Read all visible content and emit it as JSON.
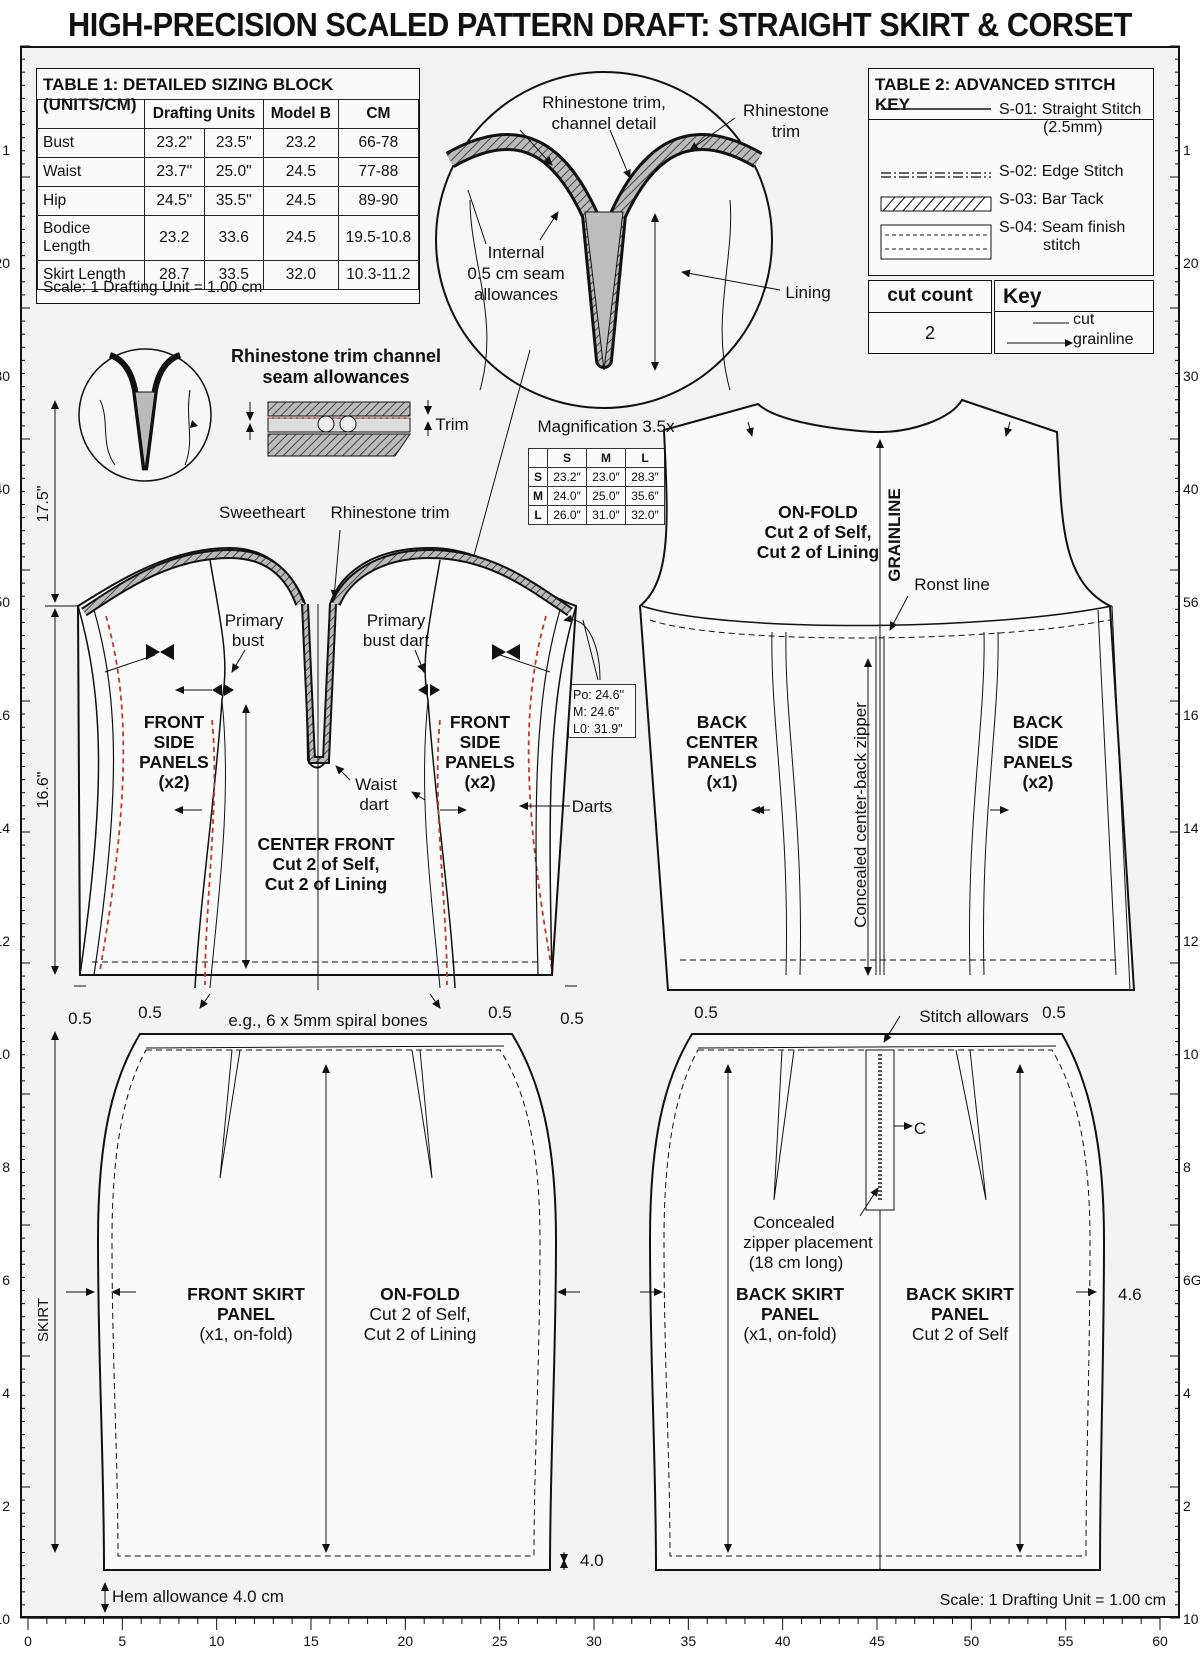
{
  "title": "HIGH-PRECISION SCALED PATTERN DRAFT: STRAIGHT SKIRT & CORSET BODICE",
  "table1": {
    "title": "TABLE 1: DETAILED SIZING BLOCK (UNITS/CM)",
    "headers": [
      "",
      "Drafting Units",
      "Model B",
      "CM"
    ],
    "rows": [
      [
        "Bust",
        "23.2\"",
        "23.5\"",
        "23.2",
        "66-78"
      ],
      [
        "Waist",
        "23.7\"",
        "25.0\"",
        "24.5",
        "77-88"
      ],
      [
        "Hip",
        "24.5\"",
        "35.5\"",
        "24.5",
        "89-90"
      ],
      [
        "Bodice Length",
        "23.2",
        "33.6",
        "24.5",
        "19.5-10.8"
      ],
      [
        "Skirt Length",
        "28.7",
        "33.5",
        "32.0",
        "10.3-11.2"
      ]
    ],
    "scale": "Scale: 1 Drafting Unit = 1.00 cm"
  },
  "table2": {
    "title": "TABLE 2: ADVANCED STITCH KEY",
    "items": [
      {
        "line1": "S-01: Straight Stitch",
        "line2": "(2.5mm)"
      },
      {
        "line1": "S-02: Edge Stitch",
        "line2": ""
      },
      {
        "line1": "S-03: Bar Tack",
        "line2": ""
      },
      {
        "line1": "S-04: Seam finish",
        "line2": "stitch"
      }
    ]
  },
  "cut_count": {
    "label": "cut count",
    "value": "2"
  },
  "key": {
    "title": "Key",
    "cut": "cut",
    "grainline": "grainline"
  },
  "size_table": {
    "headers": [
      "",
      "S",
      "M",
      "L"
    ],
    "rows": [
      [
        "S",
        "23.2″",
        "23.0″",
        "28.3″"
      ],
      [
        "M",
        "24.0″",
        "25.0″",
        "35.6″"
      ],
      [
        "L",
        "26.0″",
        "31.0″",
        "32.0″"
      ]
    ]
  },
  "magnification": "Magnification 3.5x",
  "measure_box": [
    "Po: 24.6\"",
    "M: 24.6\"",
    "L0: 31.9\""
  ],
  "callouts": {
    "rhinestone_channel_detail": [
      "Rhinestone trim,",
      "channel detail"
    ],
    "rhinestone_trim_circle": [
      "Rhinestone",
      "trim"
    ],
    "internal_allowance": [
      "Internal",
      "0.5 cm seam",
      "allowances"
    ],
    "lining": "Lining",
    "channel_title": [
      "Rhinestone trim channel",
      "seam allowances"
    ],
    "trim": "Trim",
    "sweetheart": "Sweetheart",
    "rhinestone_trim": "Rhinestone trim",
    "primary_bust_left": [
      "Primary",
      "bust"
    ],
    "primary_bust_right": [
      "Primary",
      "bust dart"
    ],
    "waist_dart": [
      "Waist",
      "dart"
    ],
    "darts": "Darts",
    "bones": "e.g., 6 x 5mm spiral bones",
    "ronst_line": "Ronst line",
    "grainline": "GRAINLINE",
    "zipper_vertical": "Concealed center-back zipper",
    "stitch_allowars": "Stitch allowars",
    "c_label": "C",
    "zipper_placement": [
      "Concealed",
      "zipper placement",
      "(18 cm long)"
    ],
    "hem_allowance": "Hem allowance 4.0 cm",
    "hem_value": "4.0",
    "side_value": "4.6",
    "scale_bottom": "Scale: 1 Drafting Unit = 1.00 cm",
    "allow_05": "0.5",
    "skirt_side": "SKIRT",
    "len_175": "17.5\"",
    "len_166": "16.6\""
  },
  "panels": {
    "front_side_left": [
      "FRONT",
      "SIDE",
      "PANELS",
      "(x2)"
    ],
    "front_side_right": [
      "FRONT",
      "SIDE",
      "PANELS",
      "(x2)"
    ],
    "center_front": [
      "CENTER FRONT",
      "Cut 2 of Self,",
      "Cut 2 of Lining"
    ],
    "back_onfold": [
      "ON-FOLD",
      "Cut 2 of Self,",
      "Cut 2 of Lining"
    ],
    "back_center": [
      "BACK",
      "CENTER",
      "PANELS",
      "(x1)"
    ],
    "back_side": [
      "BACK",
      "SIDE",
      "PANELS",
      "(x2)"
    ],
    "front_skirt": [
      "FRONT SKIRT",
      "PANEL",
      "(x1, on-fold)"
    ],
    "front_skirt_fold": [
      "ON-FOLD",
      "Cut 2 of Self,",
      "Cut 2 of Lining"
    ],
    "back_skirt_left": [
      "BACK SKIRT",
      "PANEL",
      "(x1, on-fold)"
    ],
    "back_skirt_right": [
      "BACK SKIRT",
      "PANEL",
      "Cut 2 of Self"
    ]
  },
  "ruler": {
    "bottom": [
      "0",
      "5",
      "10",
      "15",
      "20",
      "25",
      "30",
      "35",
      "40",
      "45",
      "50",
      "55",
      "60"
    ],
    "left": [
      "1",
      "20",
      "30",
      "40",
      "50",
      "16",
      "14",
      "12",
      "10",
      "8",
      "6",
      "4",
      "2",
      "10"
    ],
    "right": [
      "1",
      "20",
      "30",
      "40",
      "56",
      "16",
      "14",
      "12",
      "10",
      "8",
      "6G",
      "4",
      "2",
      "10"
    ]
  }
}
